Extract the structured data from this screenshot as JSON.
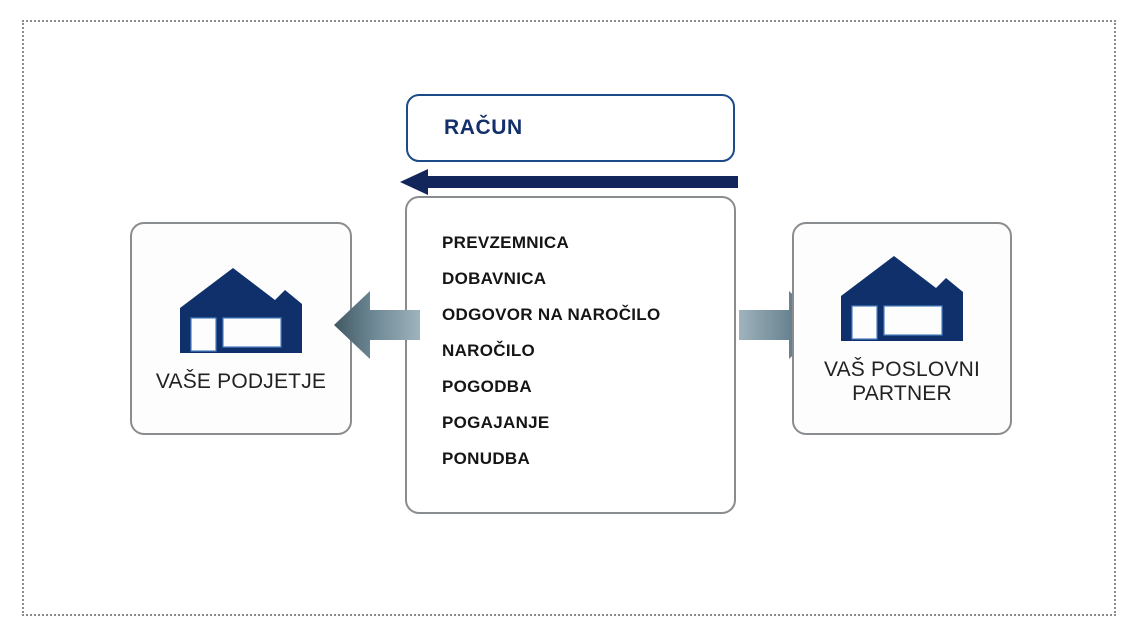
{
  "diagram": {
    "title_box": {
      "label": "RAČUN",
      "color": "#14306b",
      "border_color": "#1c4b87"
    },
    "flow_arrow": {
      "name": "invoice-flow-arrow",
      "direction": "left",
      "color": "#13265c"
    },
    "left_entity": {
      "label": "VAŠE PODJETJE",
      "icon": "factory-building-icon",
      "icon_color": "#10306b"
    },
    "right_entity": {
      "label": "VAŠ POSLOVNI\nPARTNER",
      "icon": "factory-building-icon",
      "icon_color": "#10306b"
    },
    "documents": [
      {
        "label": "PREVZEMNICA"
      },
      {
        "label": "DOBAVNICA"
      },
      {
        "label": "ODGOVOR NA NAROČILO"
      },
      {
        "label": "NAROČILO"
      },
      {
        "label": "POGODBA"
      },
      {
        "label": "POGAJANJE"
      },
      {
        "label": "PONUDBA"
      }
    ],
    "exchange_arrows": {
      "left": {
        "name": "exchange-arrow-left",
        "direction": "left",
        "color": "#5e7480"
      },
      "right": {
        "name": "exchange-arrow-right",
        "direction": "right",
        "color": "#5e7480"
      }
    },
    "frame": {
      "style": "dotted",
      "color": "#8c8c8c"
    }
  }
}
